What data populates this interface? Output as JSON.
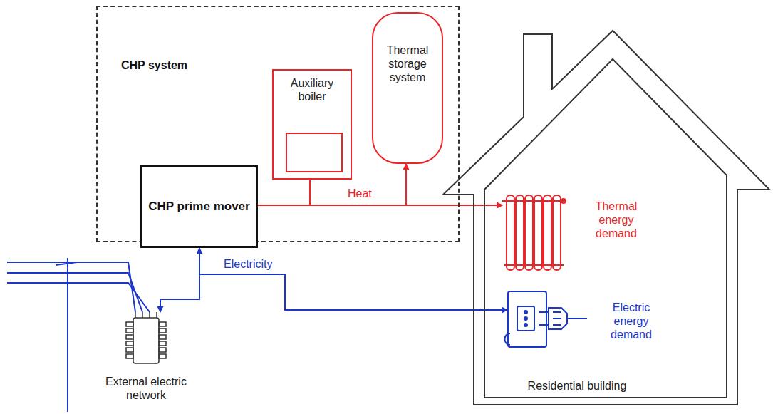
{
  "diagram": {
    "nodes": [
      {
        "text": [
          "CHP system"
        ]
      },
      {
        "text": [
          "Auxiliary boiler"
        ],
        "in": 0
      },
      {
        "text": [
          "Thermal storage system"
        ],
        "in": 0
      },
      {
        "text": [
          "CHP prime mover"
        ],
        "in": 0
      },
      {
        "text": [
          "Residential building"
        ]
      },
      {
        "text": [
          "Thermal energy demand"
        ],
        "in": 4
      },
      {
        "text": [
          "Electric energy demand"
        ],
        "in": 4
      },
      {
        "text": [
          "External electric network"
        ]
      }
    ],
    "edges": [
      {
        "from": 3,
        "to": 5,
        "arrow": "to",
        "label": "Heat"
      },
      {
        "from": 1,
        "to": 5,
        "arrow": "to"
      },
      {
        "from": 2,
        "to": 5,
        "arrow": "both"
      },
      {
        "from": 3,
        "to": 7,
        "arrow": "both"
      },
      {
        "from": 3,
        "to": 6,
        "arrow": "to",
        "label": "Electricity"
      },
      {
        "from": 7,
        "to": 6,
        "arrow": "to"
      }
    ]
  }
}
